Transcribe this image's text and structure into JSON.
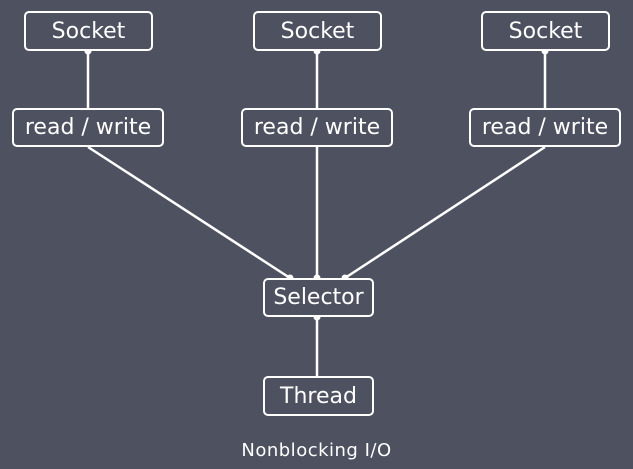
{
  "diagram": {
    "socket_label": "Socket",
    "rw_label": "read / write",
    "selector_label": "Selector",
    "thread_label": "Thread",
    "caption": "Nonblocking I/O"
  },
  "colors": {
    "background": "#4d5160",
    "line": "#ffffff"
  }
}
